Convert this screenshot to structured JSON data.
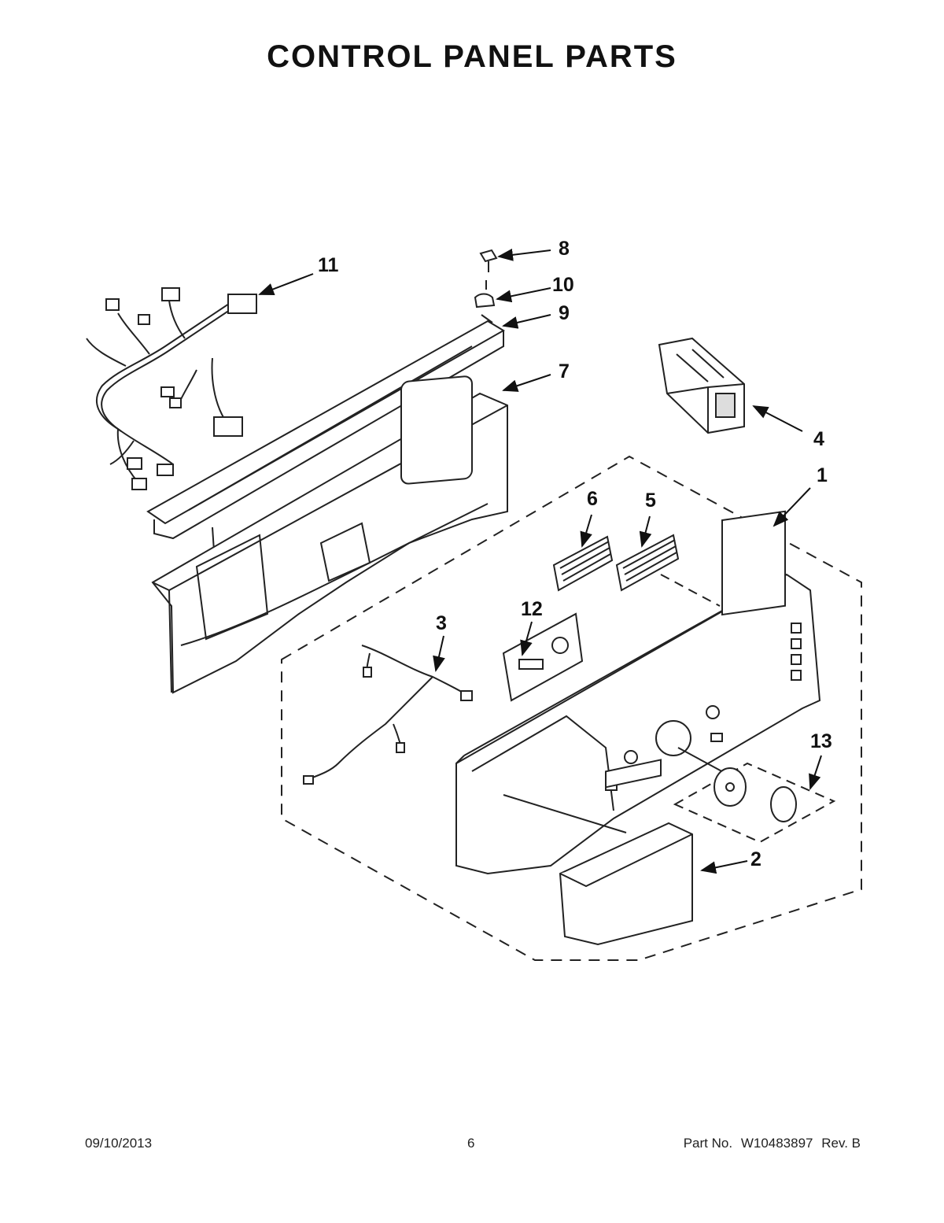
{
  "page": {
    "title": "CONTROL PANEL PARTS"
  },
  "callouts": [
    {
      "id": "c1",
      "label": "1"
    },
    {
      "id": "c2",
      "label": "2"
    },
    {
      "id": "c3",
      "label": "3"
    },
    {
      "id": "c4",
      "label": "4"
    },
    {
      "id": "c5",
      "label": "5"
    },
    {
      "id": "c6",
      "label": "6"
    },
    {
      "id": "c7",
      "label": "7"
    },
    {
      "id": "c8",
      "label": "8"
    },
    {
      "id": "c9",
      "label": "9"
    },
    {
      "id": "c10",
      "label": "10"
    },
    {
      "id": "c11",
      "label": "11"
    },
    {
      "id": "c12",
      "label": "12"
    },
    {
      "id": "c13",
      "label": "13"
    }
  ],
  "footer": {
    "date": "09/10/2013",
    "page_number": "6",
    "part_prefix": "Part No.",
    "part_number": "W10483897",
    "revision": "Rev. B"
  }
}
